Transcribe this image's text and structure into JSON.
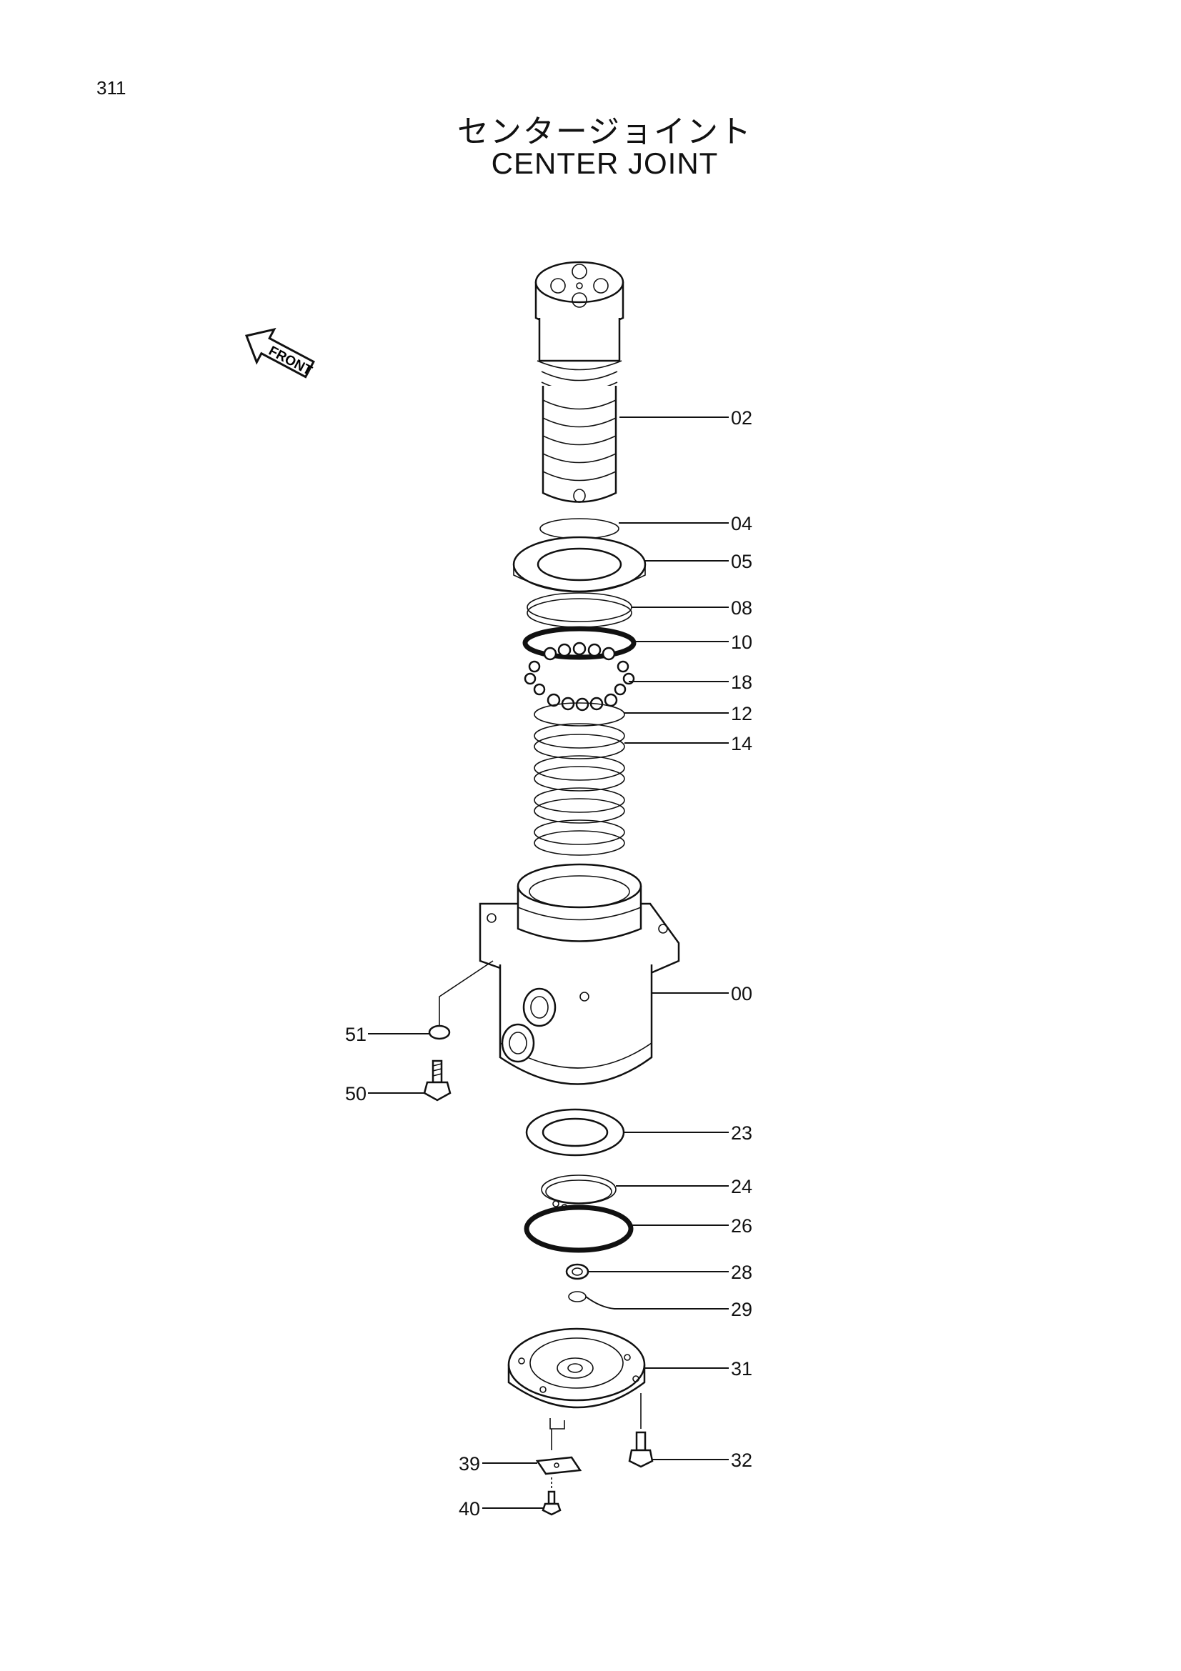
{
  "page_number": "311",
  "title_jp": "センタージョイント",
  "title_en": "CENTER JOINT",
  "front_label": "FRONT",
  "parts": [
    {
      "id": "02"
    },
    {
      "id": "04"
    },
    {
      "id": "05"
    },
    {
      "id": "08"
    },
    {
      "id": "10"
    },
    {
      "id": "18"
    },
    {
      "id": "12"
    },
    {
      "id": "14"
    },
    {
      "id": "00"
    },
    {
      "id": "51"
    },
    {
      "id": "50"
    },
    {
      "id": "23"
    },
    {
      "id": "24"
    },
    {
      "id": "26"
    },
    {
      "id": "28"
    },
    {
      "id": "29"
    },
    {
      "id": "31"
    },
    {
      "id": "32"
    },
    {
      "id": "39"
    },
    {
      "id": "40"
    }
  ]
}
